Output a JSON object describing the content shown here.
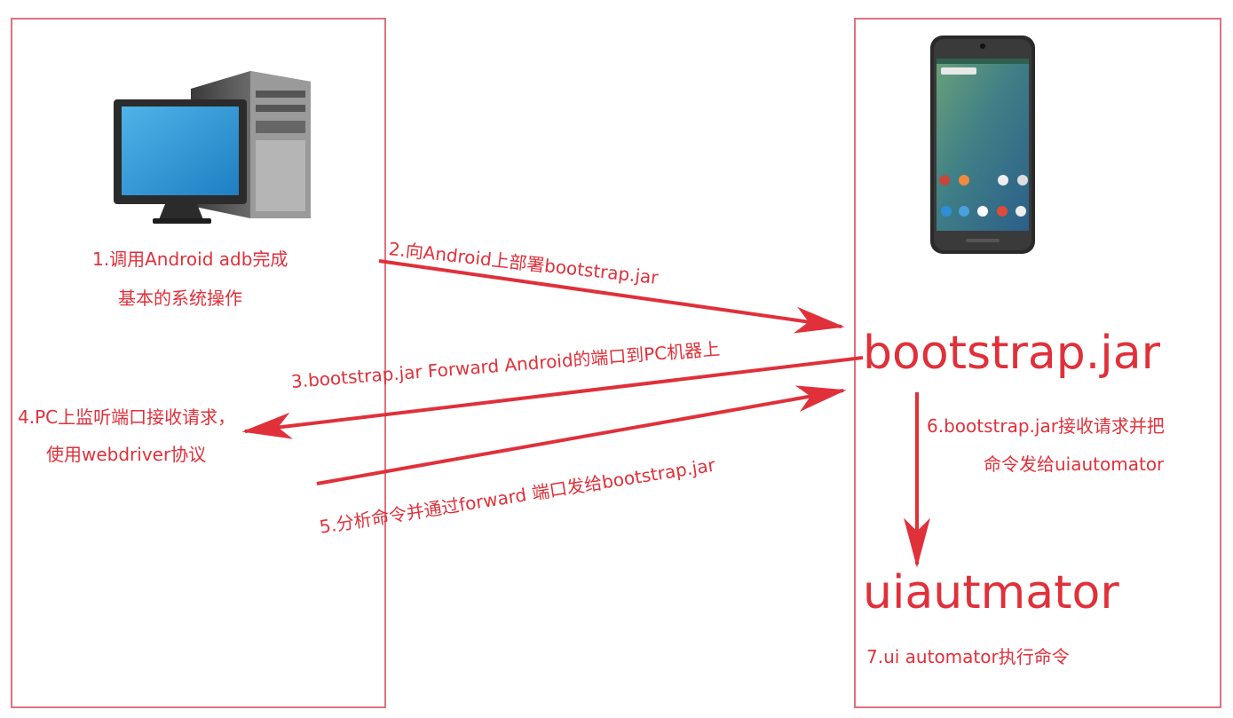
{
  "colors": {
    "accent": "#e0303a",
    "border": "#e0707c"
  },
  "icons": {
    "pc": "desktop-computer-icon",
    "phone": "android-phone-icon"
  },
  "labels": {
    "step1_line1": "1.调用Android adb完成",
    "step1_line2": "基本的系统操作",
    "step2": "2.向Android上部署bootstrap.jar",
    "step3": "3.bootstrap.jar Forward Android的端口到PC机器上",
    "step4_line1": "4.PC上监听端口接收请求，",
    "step4_line2": "使用webdriver协议",
    "step5": "5.分析命令并通过forward 端口发给bootstrap.jar",
    "step6_line1": "6.bootstrap.jar接收请求并把",
    "step6_line2": "命令发给uiautomator",
    "step7": "7.ui automator执行命令"
  },
  "nodes": {
    "bootstrap": "bootstrap.jar",
    "uiautomator": "uiautmator"
  }
}
